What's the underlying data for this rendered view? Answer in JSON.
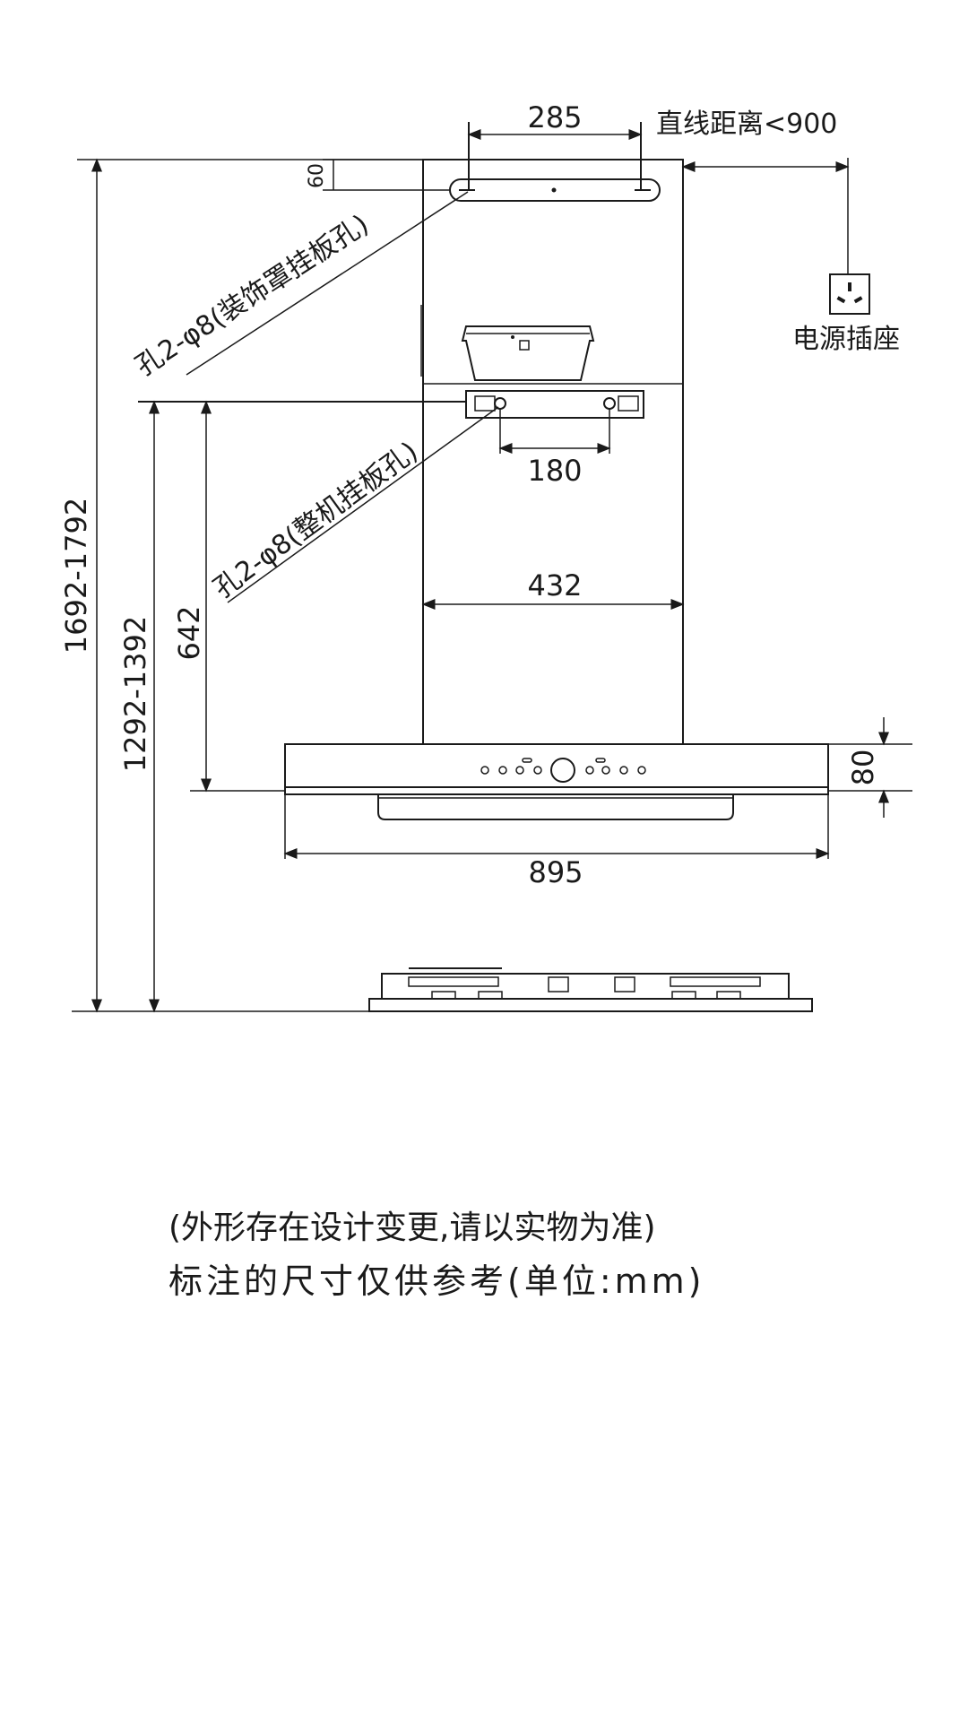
{
  "dimensions": {
    "d285": "285",
    "d60": "60",
    "d180": "180",
    "d432": "432",
    "d642": "642",
    "d80": "80",
    "d895": "895",
    "h_total": "1692-1792",
    "h_cooker": "1292-1392"
  },
  "labels": {
    "max_distance": "直线距离<900",
    "socket": "电源插座",
    "cover_holes": "孔2-φ8(装饰罩挂板孔)",
    "unit_holes": "孔2-φ8(整机挂板孔)"
  },
  "notes": {
    "line1": "(外形存在设计变更,请以实物为准)",
    "line2": "标注的尺寸仅供参考(单位:mm)"
  }
}
